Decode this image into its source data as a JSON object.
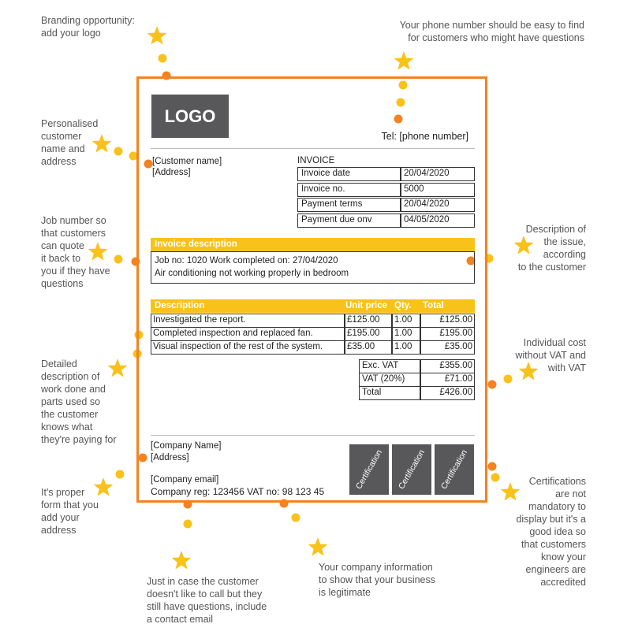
{
  "annotations": {
    "branding": "Branding opportunity:\nadd your logo",
    "phone": "Your phone number should be easy to find\nfor customers who might have questions",
    "personalised": "Personalised\ncustomer\nname and\naddress",
    "job_number": "Job number so\nthat customers\ncan quote\nit back to\nyou if they have\nquestions",
    "description_issue": "Description of\nthe issue,\naccording\nto the customer",
    "detailed": "Detailed\ndescription of\nwork done and\nparts used so\nthe customer\nknows what\nthey're paying for",
    "individual_cost": "Individual cost\nwithout VAT and\nwith VAT",
    "proper_form": "It's proper\nform that you\nadd your\naddress",
    "certifications": "Certifications\nare not\nmandatory to\ndisplay but it's a\ngood idea so\nthat customers\nknow your\nengineers are\naccredited",
    "contact_email": "Just in case the customer\ndoesn't like to call but they\nstill have questions, include\na contact email",
    "company_info": "Your company information\nto show that your business\nis legitimate"
  },
  "invoice": {
    "logo": "LOGO",
    "tel": "Tel: [phone number]",
    "customer_name": "[Customer name]",
    "customer_address": "[Address]",
    "title": "INVOICE",
    "meta": [
      {
        "label": "Invoice date",
        "value": "20/04/2020"
      },
      {
        "label": "Invoice no.",
        "value": "5000"
      },
      {
        "label": "Payment terms",
        "value": "20/04/2020"
      },
      {
        "label": "Payment due onv",
        "value": "04/05/2020"
      }
    ],
    "desc_header": "Invoice description",
    "desc_line1": "Job no: 1020 Work completed on: 27/04/2020",
    "desc_line2": "Air conditioning not working properly in bedroom",
    "table_headers": {
      "description": "Description",
      "unit_price": "Unit price",
      "qty": "Qty.",
      "total": "Total"
    },
    "items": [
      {
        "description": "Investigated the report.",
        "unit_price": "£125.00",
        "qty": "1.00",
        "total": "£125.00"
      },
      {
        "description": "Completed inspection and replaced fan.",
        "unit_price": "£195.00",
        "qty": "1.00",
        "total": "£195.00"
      },
      {
        "description": "Visual inspection of the rest of the system.",
        "unit_price": "£35.00",
        "qty": "1.00",
        "total": "£35.00"
      }
    ],
    "totals": [
      {
        "label": "Exc. VAT",
        "value": "£355.00"
      },
      {
        "label": "VAT (20%)",
        "value": "£71.00"
      },
      {
        "label": "Total",
        "value": "£426.00"
      }
    ],
    "company_name": "[Company Name]",
    "company_address": "[Address]",
    "company_email": "[Company email]",
    "company_reg": "Company reg: 123456  VAT no: 98 123 45",
    "cert_label": "Certification"
  },
  "colors": {
    "accent_orange": "#f58220",
    "dot_yellow": "#f9c21a",
    "star": "#f9c21a",
    "logo_bg": "#58585a"
  }
}
